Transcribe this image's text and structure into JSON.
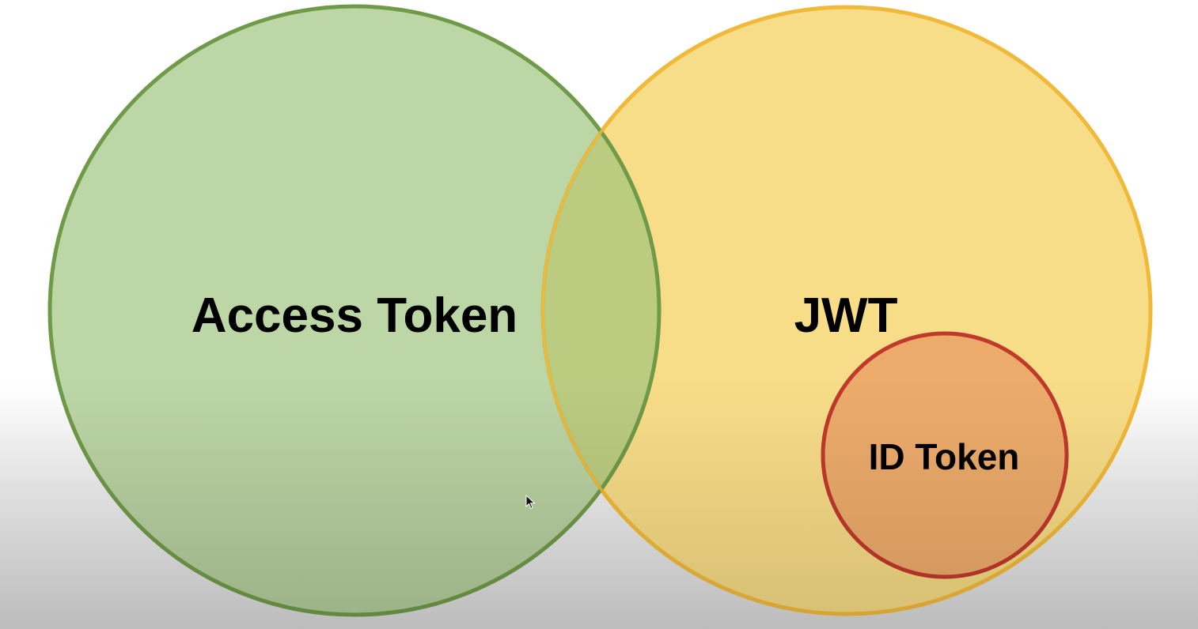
{
  "diagram": {
    "sets": [
      {
        "id": "access-token",
        "label": "Access Token",
        "fill": "#a9c98a",
        "stroke": "#6f9a48"
      },
      {
        "id": "jwt",
        "label": "JWT",
        "fill": "#f7d877",
        "stroke": "#f0b93a"
      },
      {
        "id": "id-token",
        "label": "ID Token",
        "fill": "#ecab6b",
        "stroke": "#c0392b"
      }
    ],
    "relations": {
      "access_token_jwt": "overlap",
      "id_token_jwt": "subset"
    },
    "colors": {
      "background_top": "#ffffff",
      "background_bottom": "#d6d6d6",
      "text": "#000000"
    }
  }
}
